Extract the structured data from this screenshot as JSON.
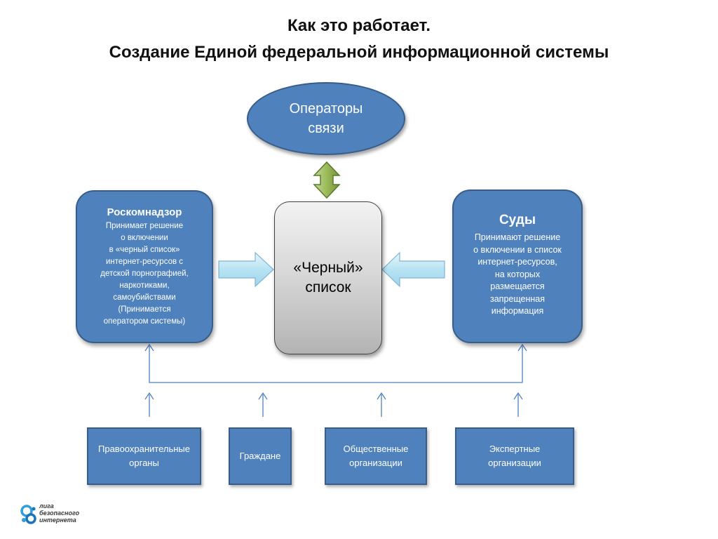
{
  "title": {
    "line1": "Как это работает.",
    "line2": "Создание Единой федеральной информационной системы"
  },
  "operators": {
    "label": "Операторы\nсвязи"
  },
  "blacklist": {
    "label": "«Черный»\nсписок"
  },
  "roskomnadzor": {
    "heading": "Роскомнадзор",
    "body": "Принимает решение\nо включении\nв «черный список»\nинтернет-ресурсов с\nдетской порнографией,\nнаркотиками,\nсамоубийствами\n(Принимается\nоператором системы)"
  },
  "courts": {
    "heading": "Суды",
    "body": "Принимают решение\nо включении в список\nинтернет-ресурсов,\nна которых\nразмещается\nзапрещенная\nинформация"
  },
  "sources": [
    {
      "label": "Правоохранительные\nорганы"
    },
    {
      "label": "Граждане"
    },
    {
      "label": "Общественные\nорганизации"
    },
    {
      "label": "Экспертные\nорганизации"
    }
  ],
  "logo": {
    "text": "лига\nбезопасного\nинтернета"
  },
  "colors": {
    "box_fill": "#4f81bd",
    "box_border": "#385d8a",
    "arrow_green": "#77933c",
    "arrow_light_blue": "#b7e3f3",
    "connector_blue": "#4f81bd"
  }
}
